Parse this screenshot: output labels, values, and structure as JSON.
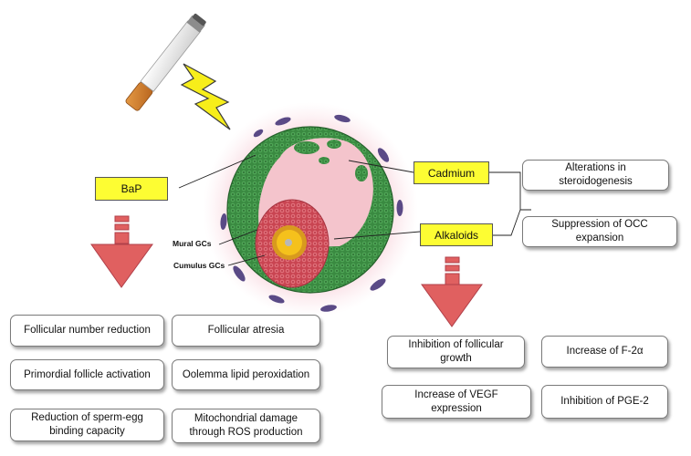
{
  "agents": {
    "bap": "BaP",
    "cadmium": "Cadmium",
    "alkaloids": "Alkaloids"
  },
  "follicle_labels": {
    "mural": "Mural GCs",
    "cumulus": "Cumulus GCs"
  },
  "cadmium_effects": [
    "Alterations in steroidogenesis",
    "Suppression of OCC expansion"
  ],
  "bap_effects": [
    "Follicular number reduction",
    "Follicular atresia",
    "Primordial follicle activation",
    "Oolemma lipid peroxidation",
    "Reduction of sperm-egg binding capacity",
    "Mitochondrial damage through ROS production"
  ],
  "alkaloid_effects": [
    "Inhibition of follicular growth",
    "Increase of F-2α",
    "Increase of VEGF expression",
    "Inhibition of PGE-2"
  ],
  "colors": {
    "agent_fill": "#fdfd33",
    "arrow_fill": "#e06060",
    "granulosa_green": "#3f8f46",
    "cumulus_red": "#d85c66",
    "antrum_pink": "#f4c4cc",
    "oocyte_yellow": "#f2b820"
  },
  "icons": [
    "cigarette-icon",
    "lightning-bolt-icon"
  ]
}
